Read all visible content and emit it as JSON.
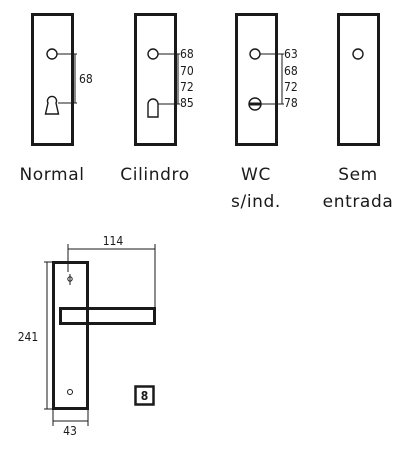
{
  "variants": [
    {
      "caption": [
        "Normal"
      ],
      "dims": [
        "68"
      ]
    },
    {
      "caption": [
        "Cilindro"
      ],
      "dims": [
        "68",
        "70",
        "72",
        "85"
      ]
    },
    {
      "caption": [
        "WC",
        "s/ind."
      ],
      "dims": [
        "63",
        "68",
        "72",
        "78"
      ]
    },
    {
      "caption": [
        "Sem",
        "entrada"
      ],
      "dims": []
    }
  ],
  "detail": {
    "width_label": "114",
    "height_label": "241",
    "plate_width_label": "43",
    "badge": "8"
  }
}
